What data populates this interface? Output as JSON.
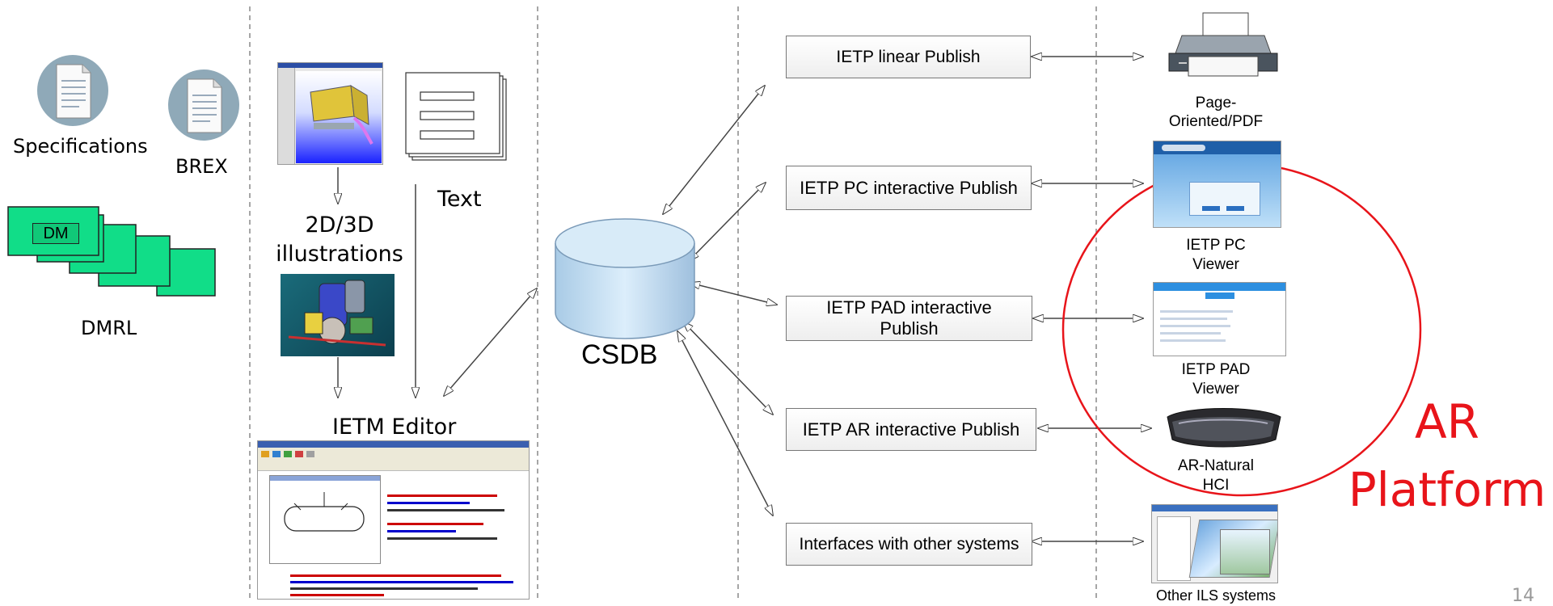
{
  "sources": {
    "specifications_label": "Specifications",
    "brex_label": "BREX",
    "dm_label": "DM",
    "dmrl_label": "DMRL"
  },
  "authoring": {
    "illustrations_label_line1": "2D/3D",
    "illustrations_label_line2": "illustrations",
    "text_label": "Text",
    "editor_label": "IETM Editor"
  },
  "csdb": {
    "label": "CSDB"
  },
  "publish_boxes": [
    {
      "label": "IETP linear Publish"
    },
    {
      "label": "IETP PC interactive Publish"
    },
    {
      "label_line1": "IETP PAD interactive",
      "label_line2": "Publish"
    },
    {
      "label": "IETP AR interactive Publish"
    },
    {
      "label": "Interfaces with other systems"
    }
  ],
  "outputs": [
    {
      "line1": "Page-",
      "line2": "Oriented/PDF"
    },
    {
      "line1": "IETP PC",
      "line2": "Viewer"
    },
    {
      "line1": "IETP PAD",
      "line2": "Viewer"
    },
    {
      "line1": "AR-Natural",
      "line2": "HCI"
    },
    {
      "line1": "Other ILS systems"
    }
  ],
  "highlight": {
    "line1": "AR",
    "line2": "Platform",
    "color": "#e8141a"
  },
  "page_number": "14"
}
